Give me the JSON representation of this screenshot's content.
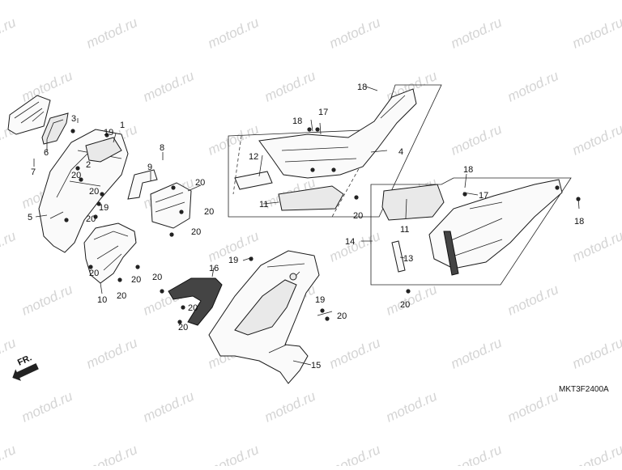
{
  "diagram": {
    "code": "MKT3F2400A",
    "watermark": "motod.ru",
    "direction_label": "FR.",
    "callouts": [
      "1",
      "2",
      "3",
      "4",
      "5",
      "6",
      "7",
      "8",
      "9",
      "10",
      "11",
      "12",
      "13",
      "14",
      "15",
      "16",
      "17",
      "18",
      "19",
      "20"
    ]
  }
}
